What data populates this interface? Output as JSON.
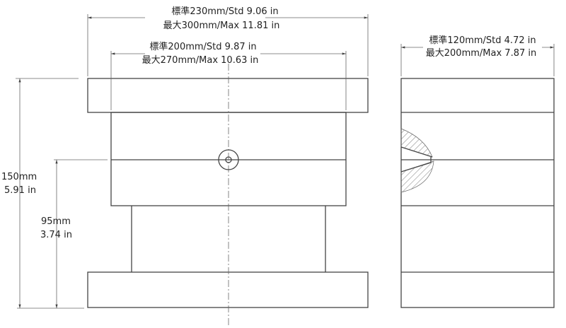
{
  "front_view": {
    "overall_width": {
      "line1": "標準230mm/Std 9.06 in",
      "line2": "最大300mm/Max 11.81 in"
    },
    "inner_width": {
      "line1": "標準200mm/Std 9.87 in",
      "line2": "最大270mm/Max 10.63 in"
    },
    "overall_height": {
      "line1": "150mm",
      "line2": "5.91 in"
    },
    "lower_height": {
      "line1": "95mm",
      "line2": "3.74 in"
    }
  },
  "side_view": {
    "depth": {
      "line1": "標準120mm/Std 4.72 in",
      "line2": "最大200mm/Max 7.87 in"
    }
  }
}
